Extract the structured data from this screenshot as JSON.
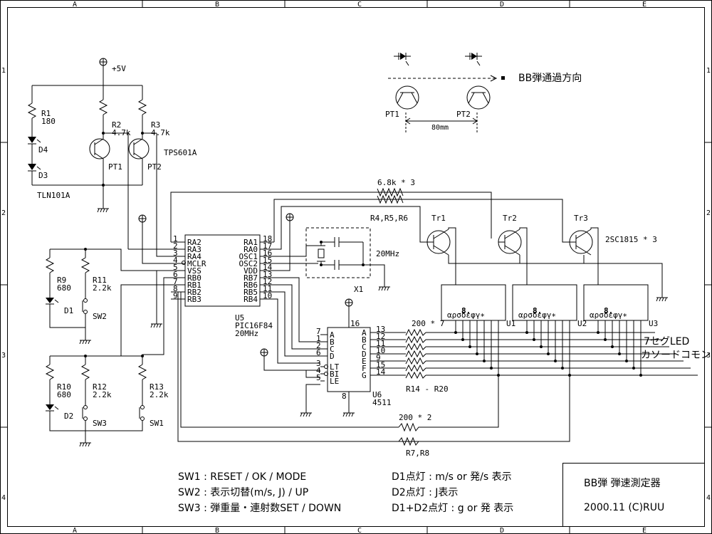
{
  "border": {
    "columns": [
      "A",
      "B",
      "C",
      "D",
      "E"
    ],
    "rows": [
      "1",
      "2",
      "3",
      "4"
    ]
  },
  "supply": {
    "label": "+5V"
  },
  "resistors": {
    "r1": {
      "name": "R1",
      "value": "180"
    },
    "r2": {
      "name": "R2",
      "value": "4.7k"
    },
    "r3": {
      "name": "R3",
      "value": "4.7k"
    },
    "r9": {
      "name": "R9",
      "value": "680"
    },
    "r10": {
      "name": "R10",
      "value": "680"
    },
    "r11": {
      "name": "R11",
      "value": "2.2k"
    },
    "r12": {
      "name": "R12",
      "value": "2.2k"
    },
    "r13": {
      "name": "R13",
      "value": "2.2k"
    },
    "base_array": {
      "value": "6.8k * 3",
      "names": "R4,R5,R6"
    },
    "seg_array": {
      "value": "200 * 7",
      "names": "R14 - R20"
    },
    "rb_array": {
      "value": "200 * 2",
      "names": "R7,R8"
    }
  },
  "leds": {
    "d1": "D1",
    "d2": "D2",
    "d3": "D3",
    "d4": "D4",
    "ir_part": "TLN101A"
  },
  "phototr": {
    "pt1": "PT1",
    "pt2": "PT2",
    "part": "TPS601A"
  },
  "switches": {
    "sw1": "SW1",
    "sw2": "SW2",
    "sw3": "SW3"
  },
  "mcu": {
    "name": "U5",
    "part": "PIC16F84",
    "clock": "20MHz",
    "left_pins": [
      {
        "num": "1",
        "name": "RA2"
      },
      {
        "num": "2",
        "name": "RA3"
      },
      {
        "num": "3",
        "name": "RA4"
      },
      {
        "num": "4",
        "name": "MCLR"
      },
      {
        "num": "5",
        "name": "VSS"
      },
      {
        "num": "6",
        "name": "RB0"
      },
      {
        "num": "7",
        "name": "RB1"
      },
      {
        "num": "8",
        "name": "RB2"
      },
      {
        "num": "9",
        "name": "RB3"
      }
    ],
    "right_pins": [
      {
        "num": "18",
        "name": "RA1"
      },
      {
        "num": "17",
        "name": "RA0"
      },
      {
        "num": "16",
        "name": "OSC1"
      },
      {
        "num": "15",
        "name": "OSC2"
      },
      {
        "num": "14",
        "name": "VDD"
      },
      {
        "num": "13",
        "name": "RB7"
      },
      {
        "num": "12",
        "name": "RB6"
      },
      {
        "num": "11",
        "name": "RB5"
      },
      {
        "num": "10",
        "name": "RB4"
      }
    ]
  },
  "crystal": {
    "name": "X1",
    "freq": "20MHz"
  },
  "decoder": {
    "name": "U6",
    "part": "4511",
    "vdd_pin": "16",
    "gnd_pin": "8",
    "in_pins": [
      {
        "num": "7",
        "name": "A"
      },
      {
        "num": "1",
        "name": "B"
      },
      {
        "num": "2",
        "name": "C"
      },
      {
        "num": "6",
        "name": "D"
      }
    ],
    "ctl_pins": [
      {
        "num": "3",
        "name": "LT"
      },
      {
        "num": "4",
        "name": "BI"
      },
      {
        "num": "5",
        "name": "LE"
      }
    ],
    "out_pins": [
      {
        "num": "13",
        "name": "A"
      },
      {
        "num": "12",
        "name": "B"
      },
      {
        "num": "11",
        "name": "C"
      },
      {
        "num": "10",
        "name": "D"
      },
      {
        "num": "9",
        "name": "E"
      },
      {
        "num": "15",
        "name": "F"
      },
      {
        "num": "14",
        "name": "G"
      }
    ]
  },
  "transistors": {
    "tr1": "Tr1",
    "tr2": "Tr2",
    "tr3": "Tr3",
    "part": "2SC1815 * 3"
  },
  "displays": {
    "u1": "U1",
    "u2": "U2",
    "u3": "U3",
    "digit": "8.",
    "pins": "αρσδεφγ∗",
    "desc_line1": "7セグLED",
    "desc_line2": "カソードコモン"
  },
  "sensor_diagram": {
    "direction": "BB弾通過方向",
    "pt1": "PT1",
    "pt2": "PT2",
    "distance": "80mm"
  },
  "notes_left": [
    "SW1 : RESET / OK / MODE",
    "SW2 : 表示切替(m/s, J) / UP",
    "SW3 : 弾重量・連射数SET / DOWN"
  ],
  "notes_right": [
    "D1点灯 : m/s or 発/s 表示",
    "D2点灯 : J表示",
    "D1+D2点灯 : g or 発 表示"
  ],
  "title_block": {
    "title": "BB弾 弾速測定器",
    "date": "2000.11 (C)RUU"
  }
}
